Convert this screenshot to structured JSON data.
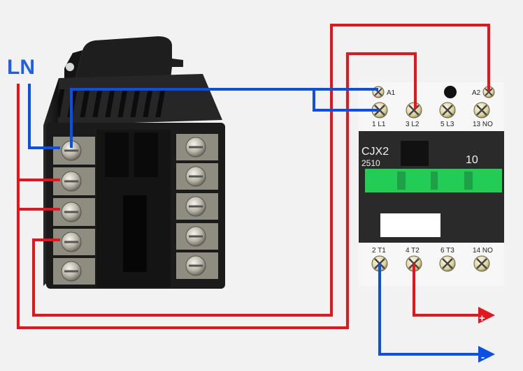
{
  "supply": {
    "label": "LN"
  },
  "contactor": {
    "model_line1": "CJX2",
    "model_line2": "2510",
    "rating": "10",
    "top_terminals": [
      {
        "id": "A1",
        "label": "A1"
      },
      {
        "id": "1L1",
        "label": "1 L1"
      },
      {
        "id": "3L2",
        "label": "3 L2"
      },
      {
        "id": "5L3",
        "label": "5 L3"
      },
      {
        "id": "13NO",
        "label": "13 NO"
      },
      {
        "id": "A2",
        "label": "A2"
      }
    ],
    "bottom_terminals": [
      {
        "id": "2T1",
        "label": "2 T1"
      },
      {
        "id": "4T2",
        "label": "4 T2"
      },
      {
        "id": "6T3",
        "label": "6 T3"
      },
      {
        "id": "14NO",
        "label": "14 NO"
      }
    ]
  },
  "outputs": {
    "positive": "+",
    "negative": "-"
  },
  "colors": {
    "wire_live": "#e8141c",
    "wire_neutral": "#0a4fe6",
    "label_blue": "#1f5fe0",
    "contactor_body": "#2a2a2a",
    "contactor_window": "#22cc55",
    "controller_body": "#1b1b1b",
    "background": "#f2f2f2"
  }
}
